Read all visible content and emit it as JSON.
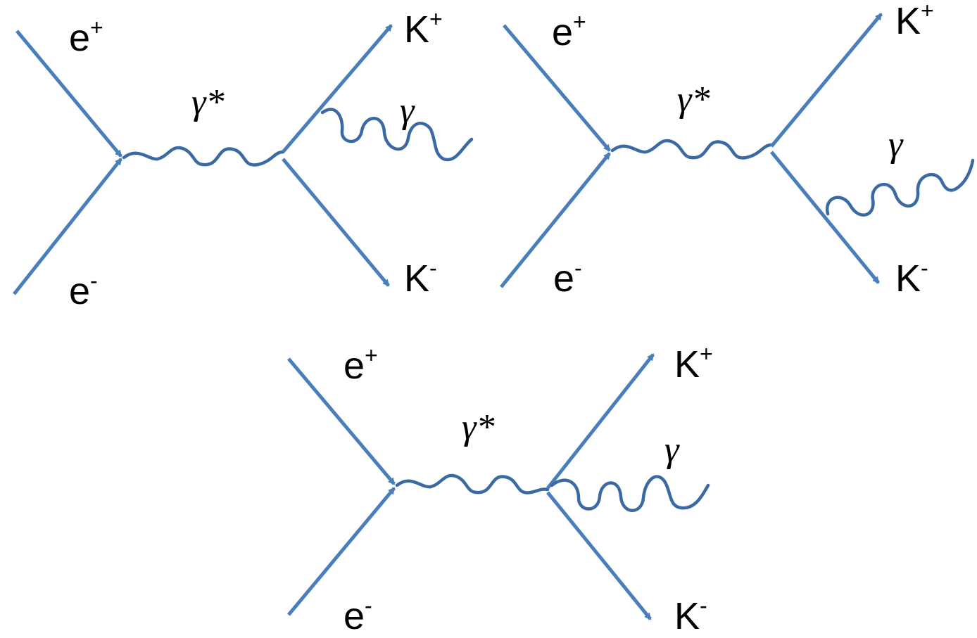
{
  "diagrams": [
    {
      "labels": {
        "positron": "e",
        "positron_charge": "+",
        "electron": "e",
        "electron_charge": "-",
        "kaon_plus": "K",
        "kaon_plus_charge": "+",
        "kaon_minus": "K",
        "kaon_minus_charge": "-",
        "virtual_photon": "γ*",
        "photon": "γ"
      },
      "radiating_from": "K+"
    },
    {
      "labels": {
        "positron": "e",
        "positron_charge": "+",
        "electron": "e",
        "electron_charge": "-",
        "kaon_plus": "K",
        "kaon_plus_charge": "+",
        "kaon_minus": "K",
        "kaon_minus_charge": "-",
        "virtual_photon": "γ*",
        "photon": "γ"
      },
      "radiating_from": "K-"
    },
    {
      "labels": {
        "positron": "e",
        "positron_charge": "+",
        "electron": "e",
        "electron_charge": "-",
        "kaon_plus": "K",
        "kaon_plus_charge": "+",
        "kaon_minus": "K",
        "kaon_minus_charge": "-",
        "virtual_photon": "γ*",
        "photon": "γ"
      },
      "radiating_from": "vertex"
    }
  ],
  "colors": {
    "fermion_line": "#4a7ebb",
    "photon_line": "#3b6aa3",
    "text": "#000000"
  }
}
